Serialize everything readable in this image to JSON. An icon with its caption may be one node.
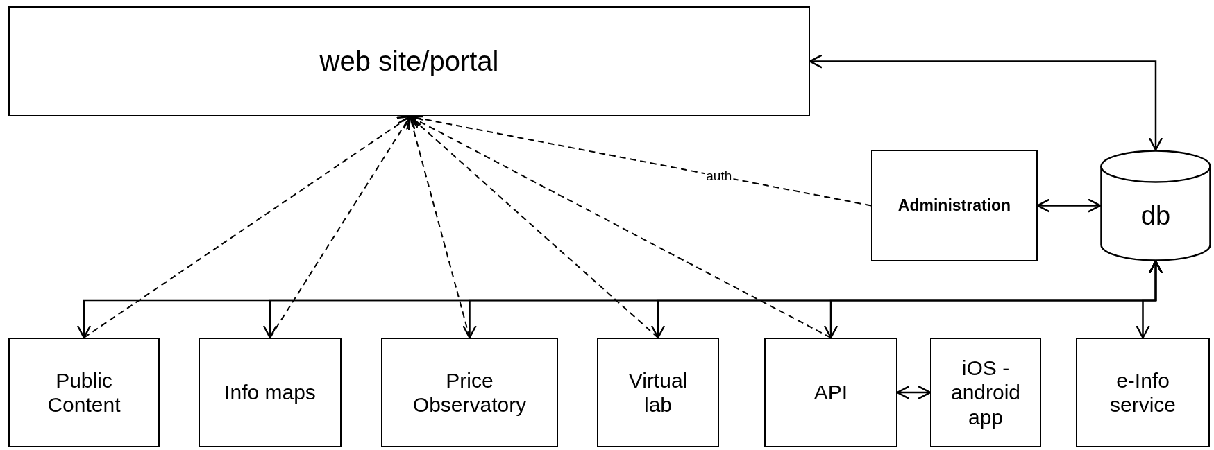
{
  "diagram": {
    "nodes": [
      {
        "text": [
          "web site/portal"
        ]
      },
      {
        "text": [
          "Administration"
        ]
      },
      {
        "text": [
          "db"
        ]
      },
      {
        "text": [
          "Public Content"
        ]
      },
      {
        "text": [
          "Info maps"
        ]
      },
      {
        "text": [
          "Price Observatory"
        ]
      },
      {
        "text": [
          "Virtual lab"
        ]
      },
      {
        "text": [
          "API"
        ]
      },
      {
        "text": [
          "iOS - android app"
        ]
      },
      {
        "text": [
          "e-Info service"
        ]
      }
    ],
    "edges": [
      {
        "from": 0,
        "to": 2,
        "arrow": "both"
      },
      {
        "from": 1,
        "to": 0,
        "arrow": "to",
        "style": "dashed",
        "label": "auth"
      },
      {
        "from": 1,
        "to": 2,
        "arrow": "both"
      },
      {
        "from": 3,
        "to": 0,
        "arrow": "to",
        "style": "dashed"
      },
      {
        "from": 4,
        "to": 0,
        "arrow": "to",
        "style": "dashed"
      },
      {
        "from": 5,
        "to": 0,
        "arrow": "to",
        "style": "dashed"
      },
      {
        "from": 6,
        "to": 0,
        "arrow": "to",
        "style": "dashed"
      },
      {
        "from": 7,
        "to": 0,
        "arrow": "to",
        "style": "dashed"
      },
      {
        "from": 2,
        "to": 3,
        "arrow": "both"
      },
      {
        "from": 2,
        "to": 4,
        "arrow": "both"
      },
      {
        "from": 2,
        "to": 5,
        "arrow": "both"
      },
      {
        "from": 2,
        "to": 6,
        "arrow": "both"
      },
      {
        "from": 2,
        "to": 7,
        "arrow": "both"
      },
      {
        "from": 2,
        "to": 9,
        "arrow": "both"
      },
      {
        "from": 7,
        "to": 8,
        "arrow": "both"
      }
    ]
  }
}
